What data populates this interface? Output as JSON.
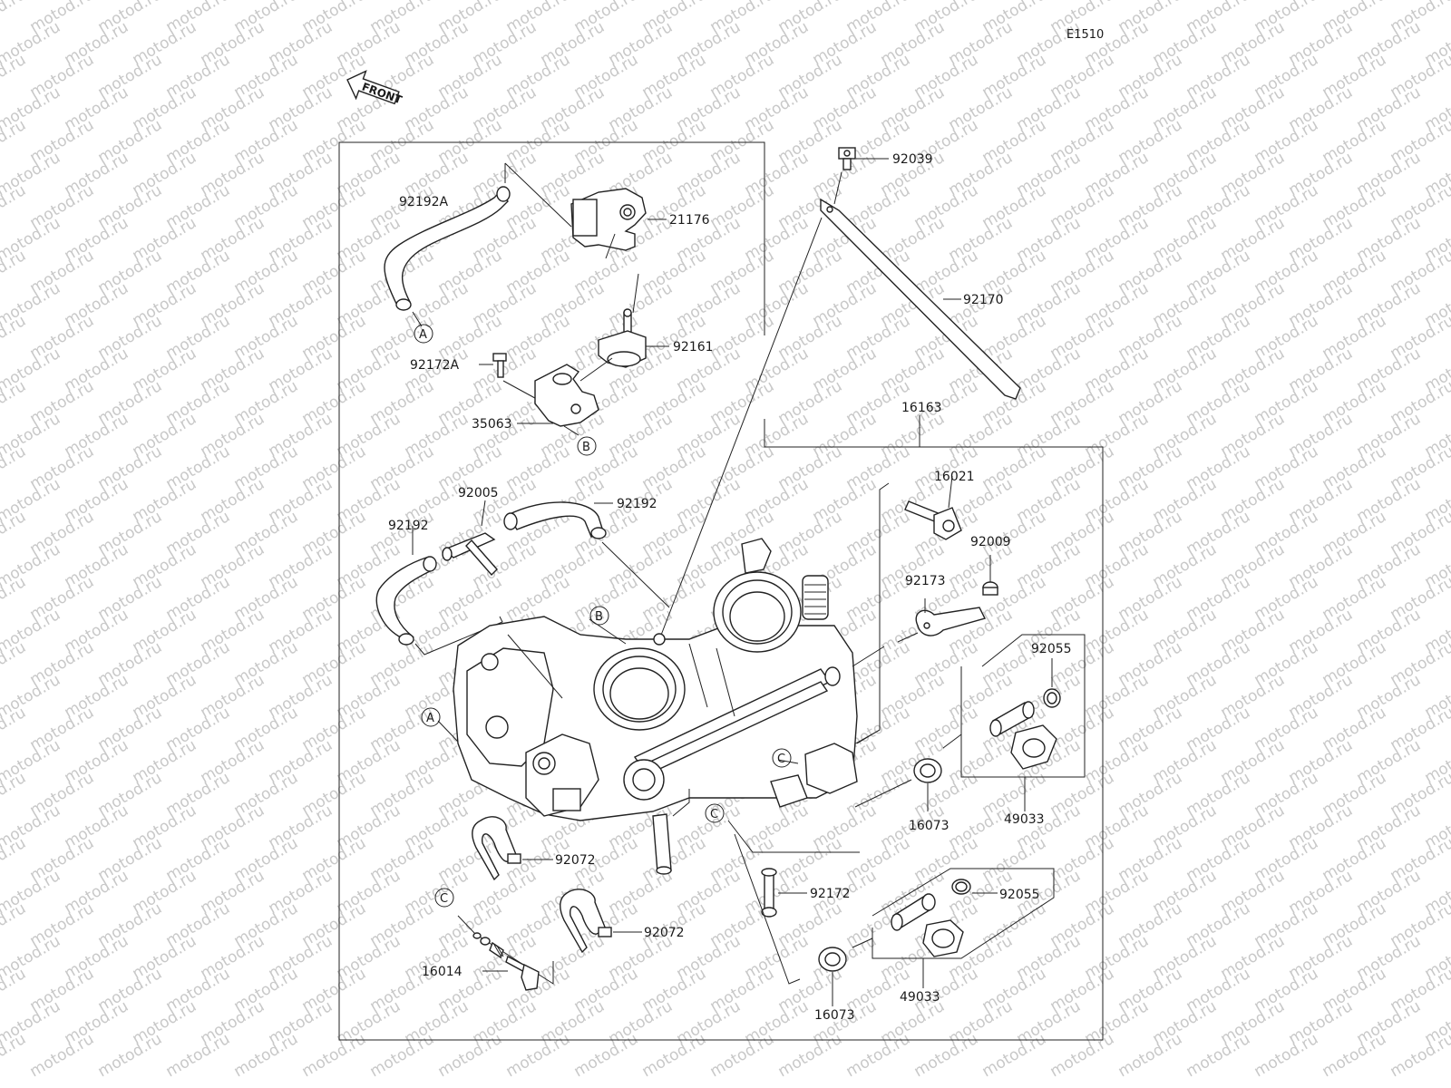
{
  "diagram_code": "E1510",
  "front_label": "FRONT",
  "watermark": "motod.ru",
  "parts": [
    {
      "id": "p-92192A",
      "label": "92192A"
    },
    {
      "id": "p-21176",
      "label": "21176"
    },
    {
      "id": "p-92161",
      "label": "92161"
    },
    {
      "id": "p-92172A",
      "label": "92172A"
    },
    {
      "id": "p-35063",
      "label": "35063"
    },
    {
      "id": "p-92039",
      "label": "92039"
    },
    {
      "id": "p-92170",
      "label": "92170"
    },
    {
      "id": "p-16163",
      "label": "16163"
    },
    {
      "id": "p-16021",
      "label": "16021"
    },
    {
      "id": "p-92009",
      "label": "92009"
    },
    {
      "id": "p-92173",
      "label": "92173"
    },
    {
      "id": "p-92005",
      "label": "92005"
    },
    {
      "id": "p-92192-right",
      "label": "92192"
    },
    {
      "id": "p-92192-left",
      "label": "92192"
    },
    {
      "id": "p-92055-upper",
      "label": "92055"
    },
    {
      "id": "p-49033-upper",
      "label": "49033"
    },
    {
      "id": "p-16073-upper",
      "label": "16073"
    },
    {
      "id": "p-92072-upper",
      "label": "92072"
    },
    {
      "id": "p-92072-lower",
      "label": "92072"
    },
    {
      "id": "p-92172",
      "label": "92172"
    },
    {
      "id": "p-92055-lower",
      "label": "92055"
    },
    {
      "id": "p-49033-lower",
      "label": "49033"
    },
    {
      "id": "p-16073-lower",
      "label": "16073"
    },
    {
      "id": "p-16014",
      "label": "16014"
    }
  ],
  "refs": {
    "A": "A",
    "B": "B",
    "C": "C"
  }
}
